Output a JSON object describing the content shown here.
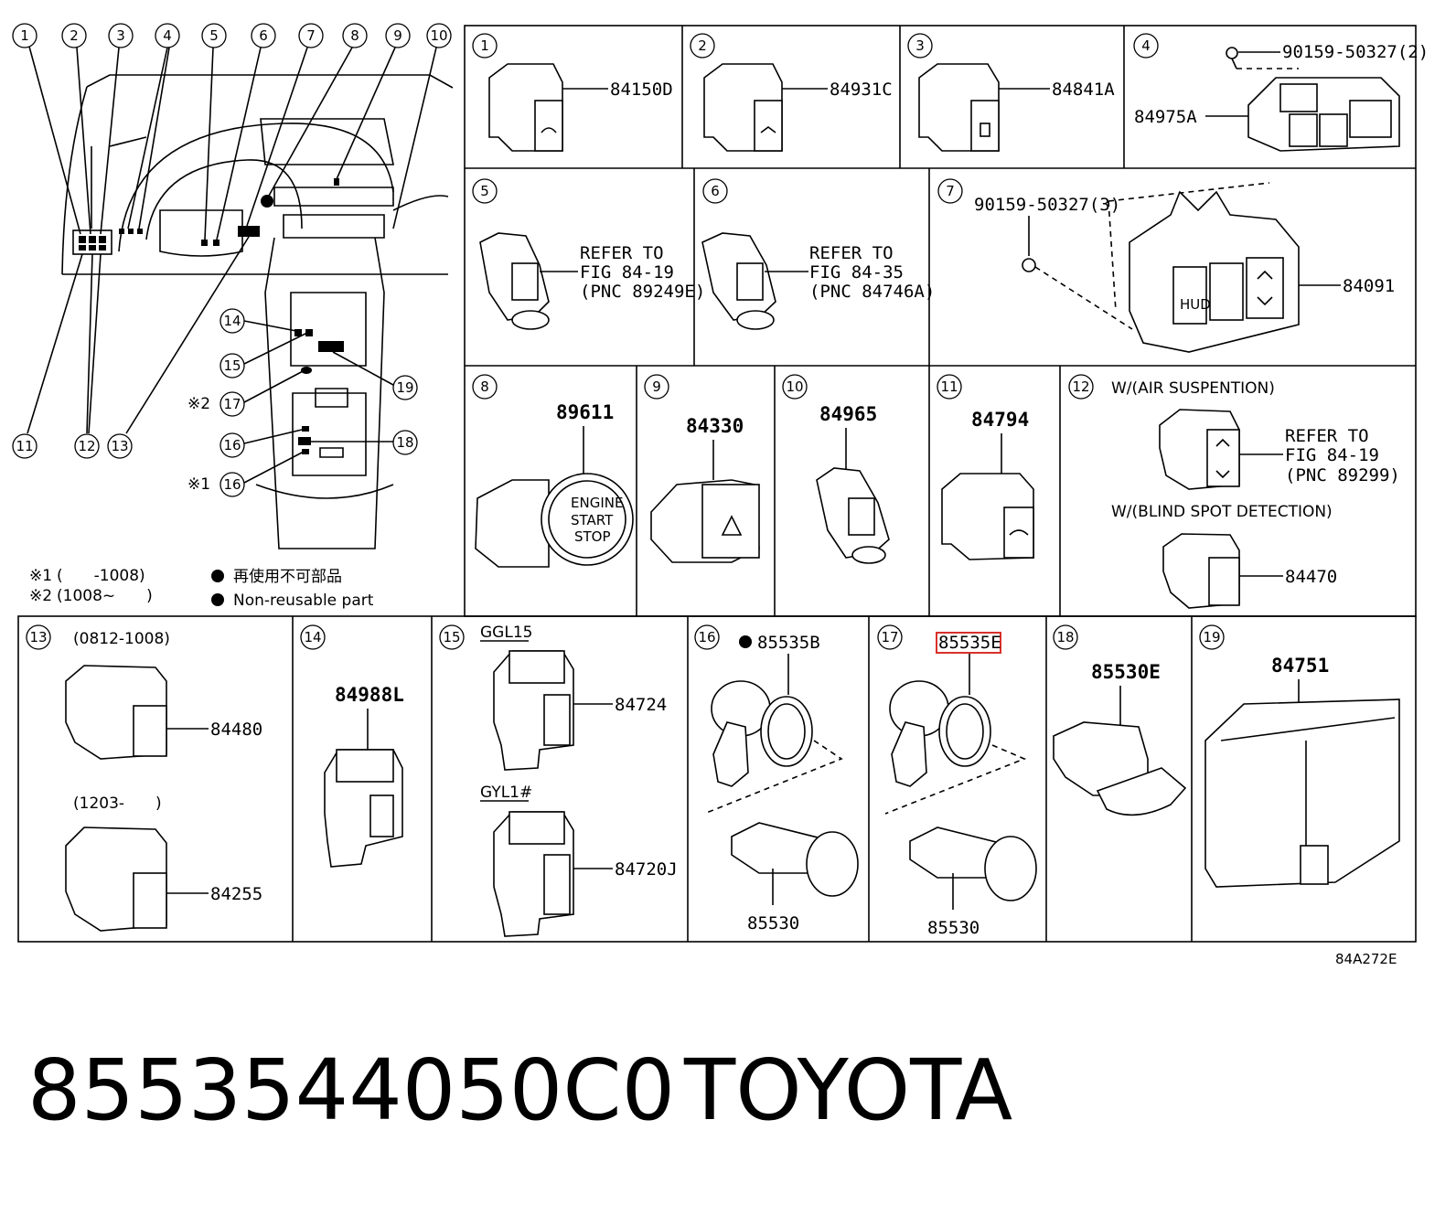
{
  "callouts": [
    "1",
    "2",
    "3",
    "4",
    "5",
    "6",
    "7",
    "8",
    "9",
    "10",
    "11",
    "12",
    "13",
    "14",
    "15",
    "16",
    "17",
    "18",
    "19"
  ],
  "overview": {
    "left_numbers": [
      "14",
      "15",
      "17",
      "16",
      "16"
    ],
    "note1_mark": "※1",
    "note1_text": "(　　-1008)",
    "note2_mark": "※2",
    "note2_text": "(1008~　　)",
    "legend_jp": "再使用不可部品",
    "legend_en": "Non-reusable part"
  },
  "cells": {
    "c1": {
      "num": "1",
      "part": "84150D"
    },
    "c2": {
      "num": "2",
      "part": "84931C"
    },
    "c3": {
      "num": "3",
      "part": "84841A"
    },
    "c4": {
      "num": "4",
      "part": "84975A",
      "bolt": "90159-50327(2)"
    },
    "c5": {
      "num": "5",
      "ref1": "REFER TO",
      "ref2": "FIG 84-19",
      "ref3": "(PNC 89249E)"
    },
    "c6": {
      "num": "6",
      "ref1": "REFER TO",
      "ref2": "FIG 84-35",
      "ref3": "(PNC 84746A)"
    },
    "c7": {
      "num": "7",
      "part": "84091",
      "bolt": "90159-50327(3)",
      "btn": "HUD"
    },
    "c8": {
      "num": "8",
      "part": "89611",
      "btn1": "ENGINE",
      "btn2": "START",
      "btn3": "STOP"
    },
    "c9": {
      "num": "9",
      "part": "84330"
    },
    "c10": {
      "num": "10",
      "part": "84965"
    },
    "c11": {
      "num": "11",
      "part": "84794"
    },
    "c12": {
      "num": "12",
      "sub1": "W/(AIR SUSPENTION)",
      "ref1": "REFER TO",
      "ref2": "FIG 84-19",
      "ref3": "(PNC 89299)",
      "sub2": "W/(BLIND SPOT DETECTION)",
      "part": "84470"
    },
    "c13": {
      "num": "13",
      "range1": "(0812-1008)",
      "part1": "84480",
      "range2": "(1203-　　)",
      "part2": "84255"
    },
    "c14": {
      "num": "14",
      "part": "84988L"
    },
    "c15": {
      "num": "15",
      "model1": "GGL15",
      "part1": "84724",
      "model2": "GYL1#",
      "part2": "84720J"
    },
    "c16": {
      "num": "16",
      "part_top": "85535B",
      "part_bottom": "85530"
    },
    "c17": {
      "num": "17",
      "part_top": "85535E",
      "part_bottom": "85530"
    },
    "c18": {
      "num": "18",
      "part": "85530E"
    },
    "c19": {
      "num": "19",
      "part": "84751"
    }
  },
  "figure_code": "84A272E",
  "caption": {
    "part_number": "8553544050C0",
    "brand": "TOYOTA"
  },
  "highlight_color": "#d9302a"
}
